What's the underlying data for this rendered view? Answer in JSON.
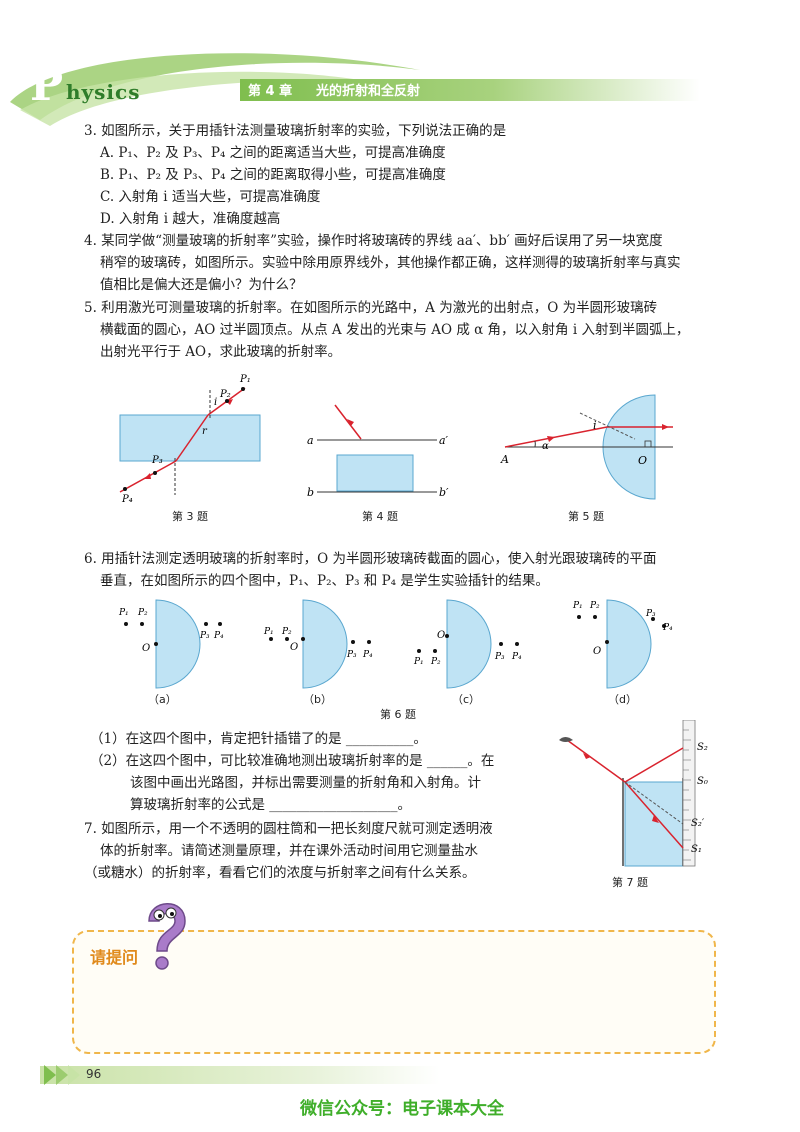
{
  "header": {
    "logo_letter": "P",
    "logo_rest": "hysics",
    "chapter": "第 4 章",
    "chapter_title": "光的折射和全反射"
  },
  "questions": {
    "q3": {
      "stem": "3. 如图所示，关于用插针法测量玻璃折射率的实验，下列说法正确的是",
      "A": "A. P₁、P₂ 及 P₃、P₄ 之间的距离适当大些，可提高准确度",
      "B": "B. P₁、P₂ 及 P₃、P₄ 之间的距离取得小些，可提高准确度",
      "C": "C. 入射角 i 适当大些，可提高准确度",
      "D": "D. 入射角 i 越大，准确度越高"
    },
    "q4": {
      "line1": "4. 某同学做“测量玻璃的折射率”实验，操作时将玻璃砖的界线 aa′、bb′ 画好后误用了另一块宽度",
      "line2": "稍窄的玻璃砖，如图所示。实验中除用原界线外，其他操作都正确，这样测得的玻璃折射率与真实",
      "line3": "值相比是偏大还是偏小？为什么？"
    },
    "q5": {
      "line1": "5. 利用激光可测量玻璃的折射率。在如图所示的光路中，A 为激光的出射点，O 为半圆形玻璃砖",
      "line2": "横截面的圆心，AO 过半圆顶点。从点 A 发出的光束与 AO 成 α 角，以入射角 i 入射到半圆弧上，",
      "line3": "出射光平行于 AO，求此玻璃的折射率。"
    },
    "q6": {
      "line1": "6. 用插针法测定透明玻璃的折射率时，O 为半圆形玻璃砖截面的圆心，使入射光跟玻璃砖的平面",
      "line2": "垂直，在如图所示的四个图中，P₁、P₂、P₃ 和 P₄ 是学生实验插针的结果。",
      "sub1": "（1）在这四个图中，肯定把针插错了的是 __________。",
      "sub2a": "（2）在这四个图中，可比较准确地测出玻璃折射率的是 ______。在",
      "sub2b": "该图中画出光路图，并标出需要测量的折射角和入射角。计",
      "sub2c": "算玻璃折射率的公式是 ___________________。"
    },
    "q7": {
      "line1": "7. 如图所示，用一个不透明的圆柱筒和一把长刻度尺就可测定透明液",
      "line2": "体的折射率。请简述测量原理，并在课外活动时间用它测量盐水",
      "line3": "（或糖水）的折射率，看看它们的浓度与折射率之间有什么关系。"
    }
  },
  "figures": {
    "fig3": {
      "caption": "第 3 题",
      "P1": "P₁",
      "P2": "P₂",
      "P3": "P₃",
      "P4": "P₄",
      "i": "i",
      "r": "r"
    },
    "fig4": {
      "caption": "第 4 题",
      "a": "a",
      "a2": "a′",
      "b": "b",
      "b2": "b′"
    },
    "fig5": {
      "caption": "第 5 题",
      "A": "A",
      "O": "O",
      "i": "i",
      "alpha": "α"
    },
    "fig6": {
      "caption": "第 6 题",
      "a": "（a）",
      "b": "（b）",
      "c": "（c）",
      "d": "（d）",
      "P1": "P₁",
      "P2": "P₂",
      "P3": "P₃",
      "P4": "P₄",
      "O": "O"
    },
    "fig7": {
      "caption": "第 7 题",
      "S2": "S₂",
      "S0": "S₀",
      "S2p": "S₂′",
      "S1": "S₁"
    }
  },
  "ask": {
    "label": "请提问"
  },
  "footer": {
    "page": "96",
    "watermark": "微信公众号：电子课本大全"
  },
  "colors": {
    "accent_green": "#7fbe4e",
    "glass_blue": "#bfe3f4",
    "ray_red": "#d9232e",
    "ask_orange": "#e08a1c"
  }
}
